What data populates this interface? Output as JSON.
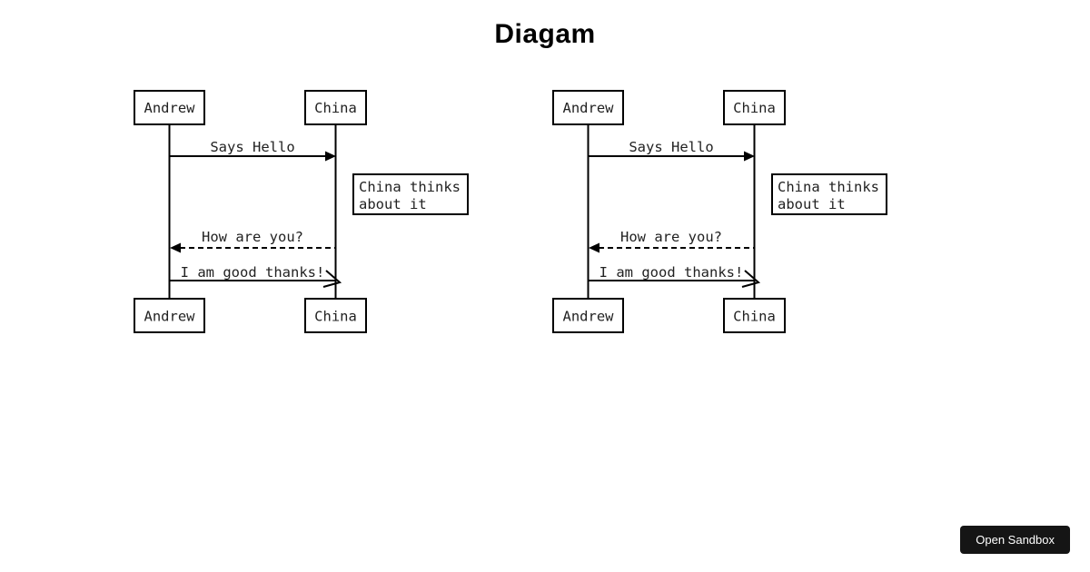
{
  "page": {
    "title": "Diagam"
  },
  "diagrams": [
    {
      "actors": {
        "left": "Andrew",
        "right": "China"
      },
      "messages": [
        {
          "label": "Says Hello",
          "from": "Andrew",
          "to": "China",
          "line": "solid",
          "arrowhead": "filled"
        },
        {
          "label": "How are you?",
          "from": "China",
          "to": "Andrew",
          "line": "dashed",
          "arrowhead": "filled"
        },
        {
          "label": "I am good thanks!",
          "from": "Andrew",
          "to": "China",
          "line": "solid",
          "arrowhead": "open"
        }
      ],
      "note": {
        "line1": "China thinks",
        "line2": "about it",
        "position": "right of China"
      }
    },
    {
      "actors": {
        "left": "Andrew",
        "right": "China"
      },
      "messages": [
        {
          "label": "Says Hello",
          "from": "Andrew",
          "to": "China",
          "line": "solid",
          "arrowhead": "filled"
        },
        {
          "label": "How are you?",
          "from": "China",
          "to": "Andrew",
          "line": "dashed",
          "arrowhead": "filled"
        },
        {
          "label": "I am good thanks!",
          "from": "Andrew",
          "to": "China",
          "line": "solid",
          "arrowhead": "open"
        }
      ],
      "note": {
        "line1": "China thinks",
        "line2": "about it",
        "position": "right of China"
      }
    }
  ],
  "button": {
    "label": "Open Sandbox"
  },
  "colors": {
    "line": "#000000",
    "text": "#222222",
    "background": "#ffffff",
    "button_bg": "#151515",
    "button_text": "#ffffff"
  }
}
